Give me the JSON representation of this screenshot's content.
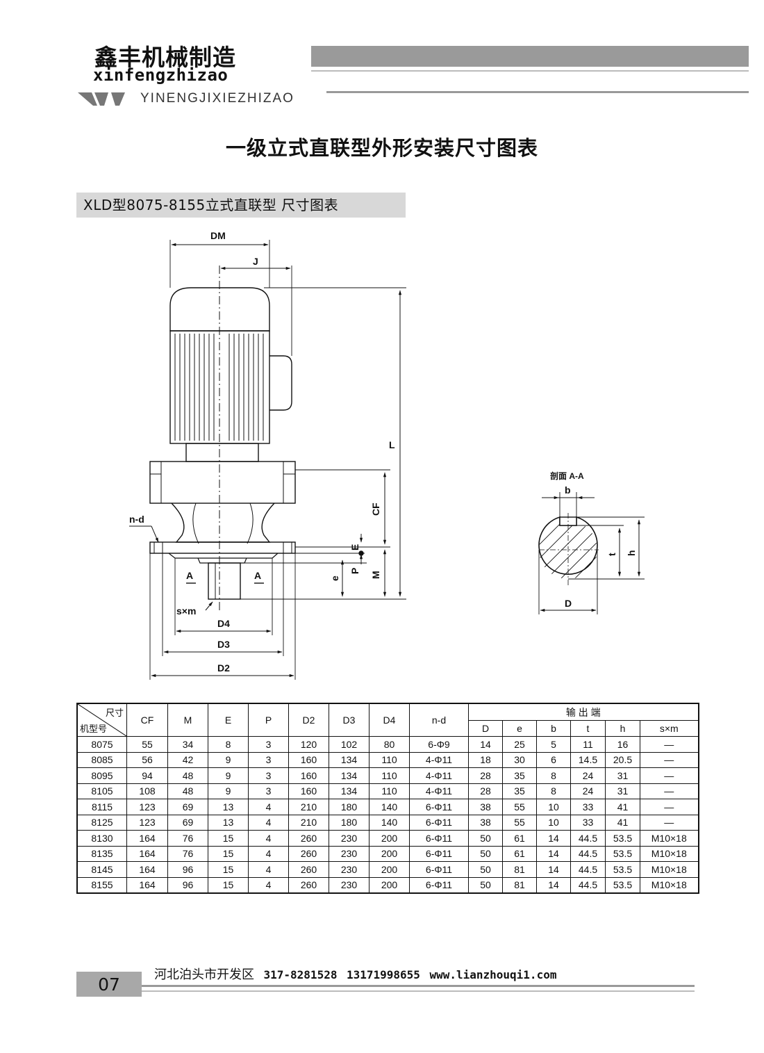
{
  "header": {
    "brand_cn": "鑫丰机械制造",
    "brand_pinyin": "xinfengzhizao",
    "brand_sub": "YINENGJIXIEZHIZAO"
  },
  "page_title": "一级立式直联型外形安装尺寸图表",
  "section_title": "XLD型8075-8155立式直联型 尺寸图表",
  "drawing_labels": {
    "dm": "DM",
    "j": "J",
    "l": "L",
    "cf": "CF",
    "nd": "n-d",
    "e": "E",
    "p": "P",
    "m": "M",
    "e_small": "e",
    "a_left": "A",
    "a_right": "A",
    "sxm": "s×m",
    "d4": "D4",
    "d3": "D3",
    "d2": "D2",
    "section": "剖面 A-A",
    "b": "b",
    "t": "t",
    "h": "h",
    "d": "D"
  },
  "table": {
    "corner_top": "尺寸",
    "corner_bottom": "机型号",
    "headers": [
      "CF",
      "M",
      "E",
      "P",
      "D2",
      "D3",
      "D4",
      "n-d"
    ],
    "output_group": "输 出 端",
    "output_headers": [
      "D",
      "e",
      "b",
      "t",
      "h",
      "s×m"
    ],
    "rows": [
      [
        "8075",
        "55",
        "34",
        "8",
        "3",
        "120",
        "102",
        "80",
        "6-Φ9",
        "14",
        "25",
        "5",
        "11",
        "16",
        "—"
      ],
      [
        "8085",
        "56",
        "42",
        "9",
        "3",
        "160",
        "134",
        "110",
        "4-Φ11",
        "18",
        "30",
        "6",
        "14.5",
        "20.5",
        "—"
      ],
      [
        "8095",
        "94",
        "48",
        "9",
        "3",
        "160",
        "134",
        "110",
        "4-Φ11",
        "28",
        "35",
        "8",
        "24",
        "31",
        "—"
      ],
      [
        "8105",
        "108",
        "48",
        "9",
        "3",
        "160",
        "134",
        "110",
        "4-Φ11",
        "28",
        "35",
        "8",
        "24",
        "31",
        "—"
      ],
      [
        "8115",
        "123",
        "69",
        "13",
        "4",
        "210",
        "180",
        "140",
        "6-Φ11",
        "38",
        "55",
        "10",
        "33",
        "41",
        "—"
      ],
      [
        "8125",
        "123",
        "69",
        "13",
        "4",
        "210",
        "180",
        "140",
        "6-Φ11",
        "38",
        "55",
        "10",
        "33",
        "41",
        "—"
      ],
      [
        "8130",
        "164",
        "76",
        "15",
        "4",
        "260",
        "230",
        "200",
        "6-Φ11",
        "50",
        "61",
        "14",
        "44.5",
        "53.5",
        "M10×18"
      ],
      [
        "8135",
        "164",
        "76",
        "15",
        "4",
        "260",
        "230",
        "200",
        "6-Φ11",
        "50",
        "61",
        "14",
        "44.5",
        "53.5",
        "M10×18"
      ],
      [
        "8145",
        "164",
        "96",
        "15",
        "4",
        "260",
        "230",
        "200",
        "6-Φ11",
        "50",
        "81",
        "14",
        "44.5",
        "53.5",
        "M10×18"
      ],
      [
        "8155",
        "164",
        "96",
        "15",
        "4",
        "260",
        "230",
        "200",
        "6-Φ11",
        "50",
        "81",
        "14",
        "44.5",
        "53.5",
        "M10×18"
      ]
    ]
  },
  "footer": {
    "page_number": "07",
    "address": "河北泊头市开发区",
    "phone1": "317-8281528",
    "phone2": "13171998655",
    "website": "www.lianzhouqi1.com"
  }
}
